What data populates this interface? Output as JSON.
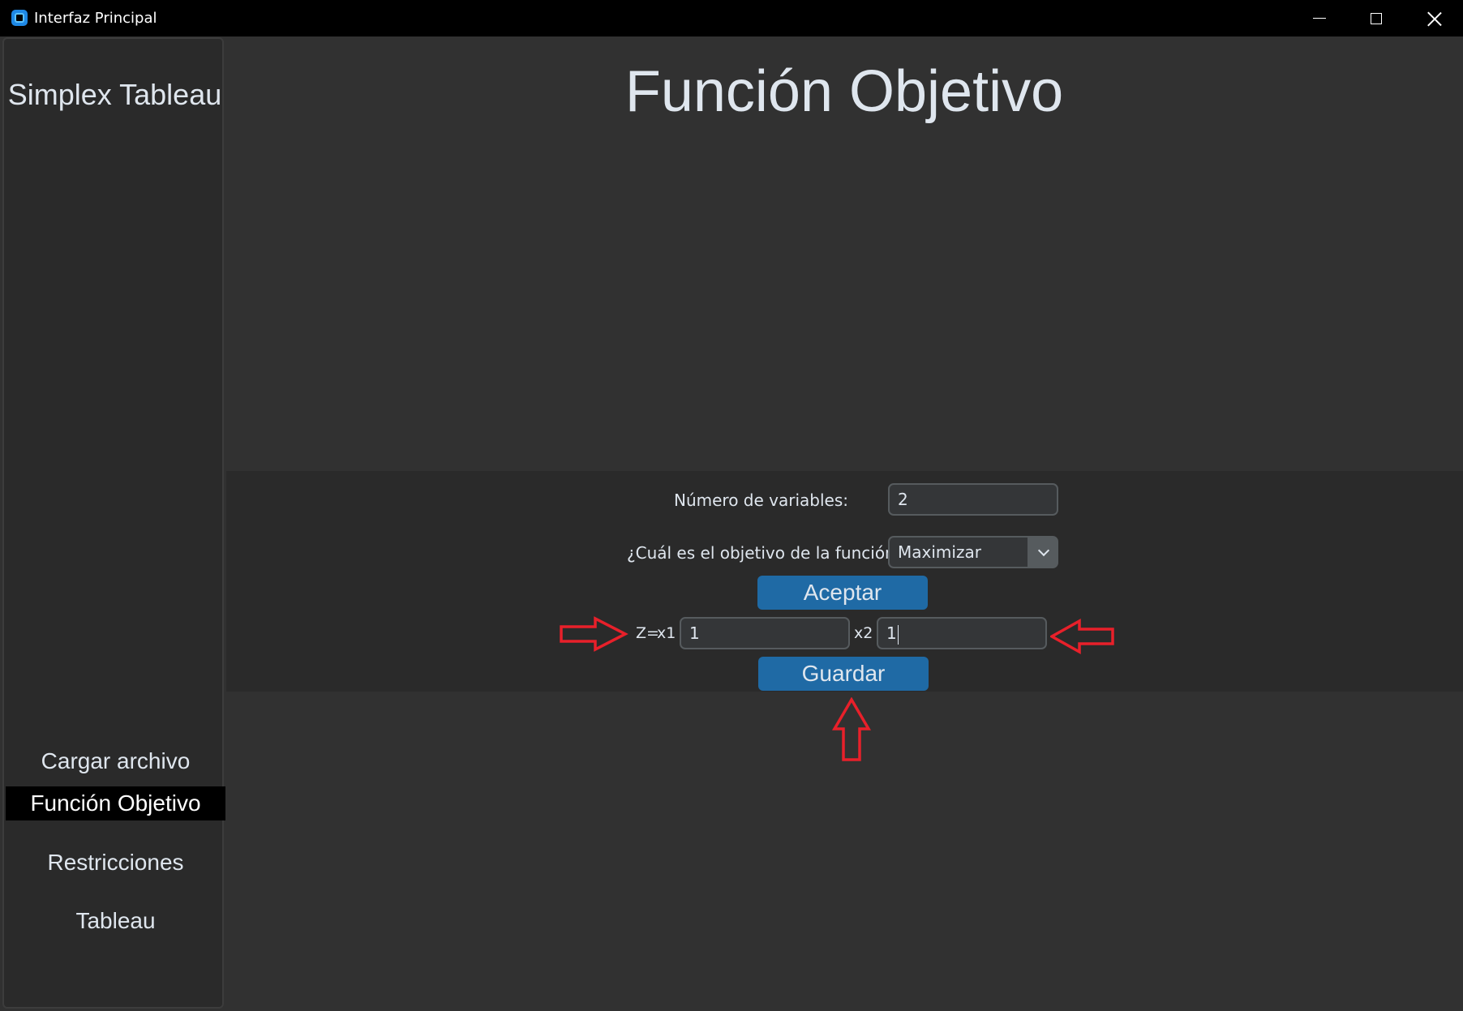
{
  "window": {
    "title": "Interfaz Principal"
  },
  "sidebar": {
    "title": "Simplex Tableau",
    "items": [
      {
        "label": "Cargar archivo",
        "active": false
      },
      {
        "label": "Función Objetivo",
        "active": true
      },
      {
        "label": "Restricciones",
        "active": false
      },
      {
        "label": "Tableau",
        "active": false
      }
    ]
  },
  "main": {
    "title": "Función Objetivo",
    "form": {
      "num_variables_label": "Número de variables:",
      "num_variables_value": "2",
      "objective_label": "¿Cuál es el objetivo de la función?",
      "objective_value": "Maximizar",
      "accept_label": "Aceptar",
      "z_label": "Z=",
      "x1_label": "x1",
      "x1_value": "1",
      "x2_label": "x2",
      "x2_value": "1",
      "save_label": "Guardar"
    }
  },
  "colors": {
    "background": "#313131",
    "panel": "#2a2a2a",
    "button": "#1f6aa5",
    "annotation_arrow": "#e8202a"
  },
  "icons": {
    "app": "app-icon",
    "dropdown": "chevron-down-icon",
    "annotations": [
      "arrow-right-icon",
      "arrow-left-icon",
      "arrow-up-icon"
    ]
  }
}
